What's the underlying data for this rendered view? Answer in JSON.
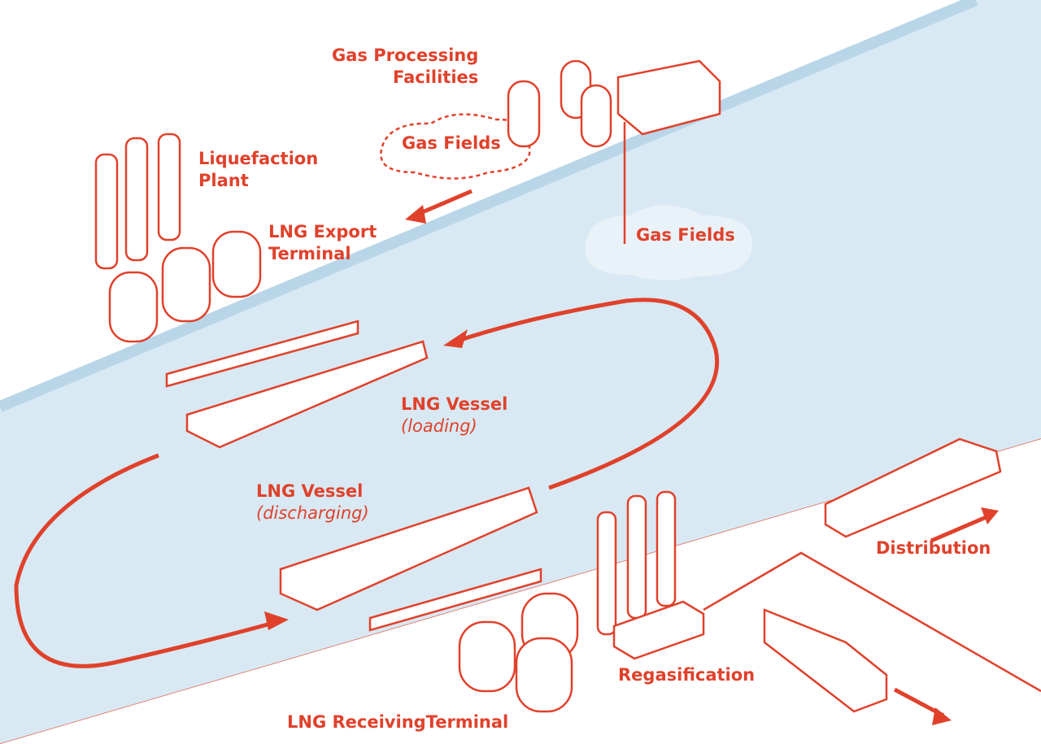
{
  "colors": {
    "accent": "#e0412b",
    "water": "#d8e9f3",
    "shore": "#b9d6e8"
  },
  "labels": {
    "gas_processing": "Gas Processing\nFacilities",
    "gas_processing_l1": "Gas Processing",
    "gas_processing_l2": "Facilities",
    "gas_fields_1": "Gas Fields",
    "gas_fields_2": "Gas Fields",
    "liquefaction_l1": "Liquefaction",
    "liquefaction_l2": "Plant",
    "export_l1": "LNG Export",
    "export_l2": "Terminal",
    "vessel_loading": "LNG Vessel",
    "vessel_loading_note": "(loading)",
    "vessel_discharging": "LNG Vessel",
    "vessel_discharging_note": "(discharging)",
    "regasification": "Regasification",
    "receiving": "LNG ReceivingTerminal",
    "distribution": "Distribution"
  }
}
